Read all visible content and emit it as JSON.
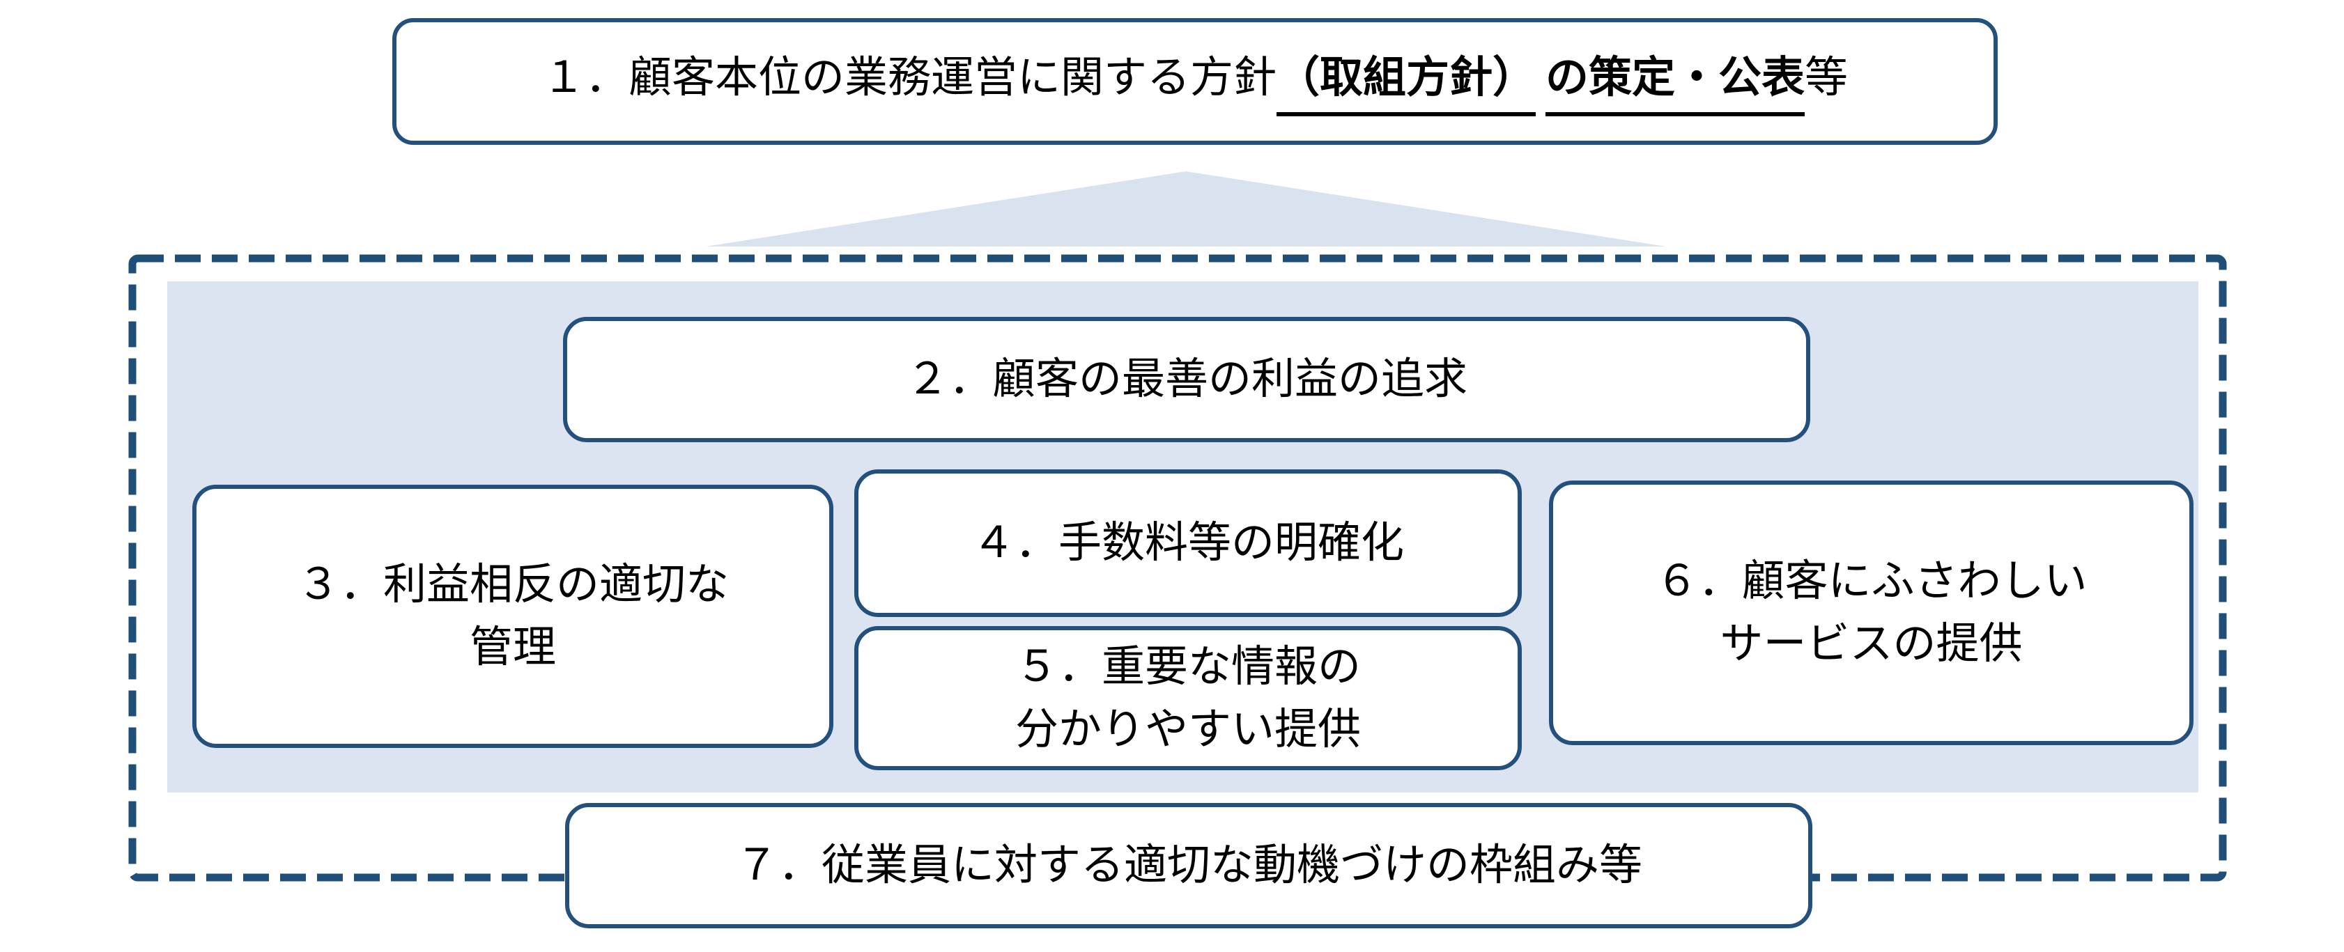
{
  "colors": {
    "navy_border": "#24507E",
    "navy_dash": "#1F4E79",
    "panel_fill": "#DBE4F0",
    "arrow_fill": "#D9E2EF",
    "box_fill": "#FFFFFF",
    "text_color": "#000000",
    "background": "#FFFFFF"
  },
  "principle1": {
    "prefix": "１．顧客本位の業務運営に関する方針",
    "emph_paren": "（取組方針）",
    "emph_tail": "の策定・公表",
    "suffix": "等"
  },
  "principle2": {
    "label": "２．顧客の最善の利益の追求"
  },
  "principle3": {
    "line1": "３．利益相反の適切な",
    "line2": "管理"
  },
  "principle4": {
    "label": "４．手数料等の明確化"
  },
  "principle5": {
    "line1": "５．重要な情報の",
    "line2": "分かりやすい提供"
  },
  "principle6": {
    "line1": "６．顧客にふさわしい",
    "line2": "サービスの提供"
  },
  "principle7": {
    "label": "７．従業員に対する適切な動機づけの枠組み等"
  }
}
